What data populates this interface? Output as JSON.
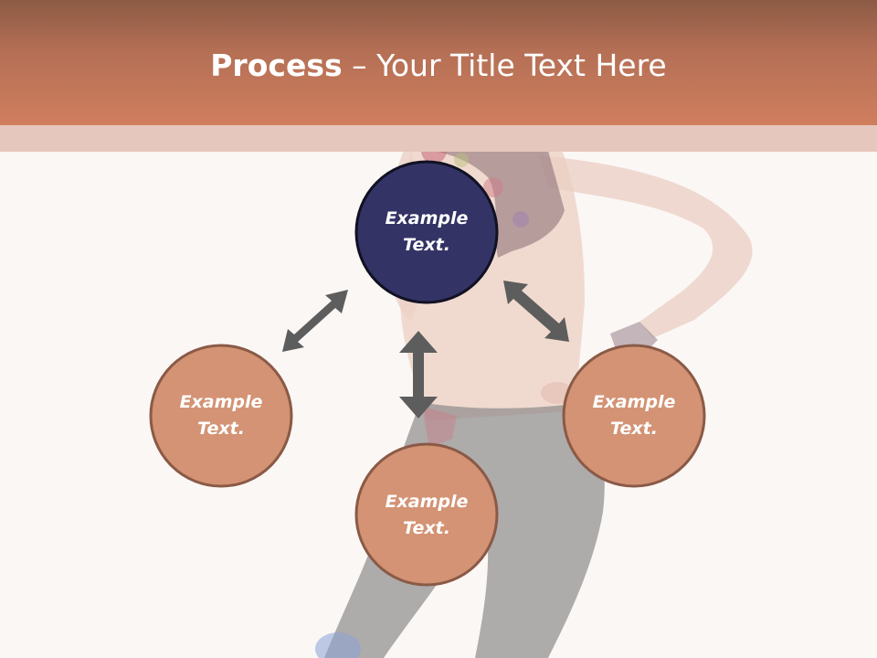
{
  "title": {
    "bold": "Process",
    "rest": " – Your Title Text Here"
  },
  "nodes": [
    {
      "label_line1": "Example",
      "label_line2": "Text."
    },
    {
      "label_line1": "Example",
      "label_line2": "Text."
    },
    {
      "label_line1": "Example",
      "label_line2": "Text."
    },
    {
      "label_line1": "Example",
      "label_line2": "Text."
    }
  ],
  "colors": {
    "header": "#c47a5c",
    "band": "#e6c7bd",
    "center_node": "#333366",
    "outer_node": "#d39374",
    "node_border": "#8a5a46",
    "arrow": "#5d5d5d"
  }
}
